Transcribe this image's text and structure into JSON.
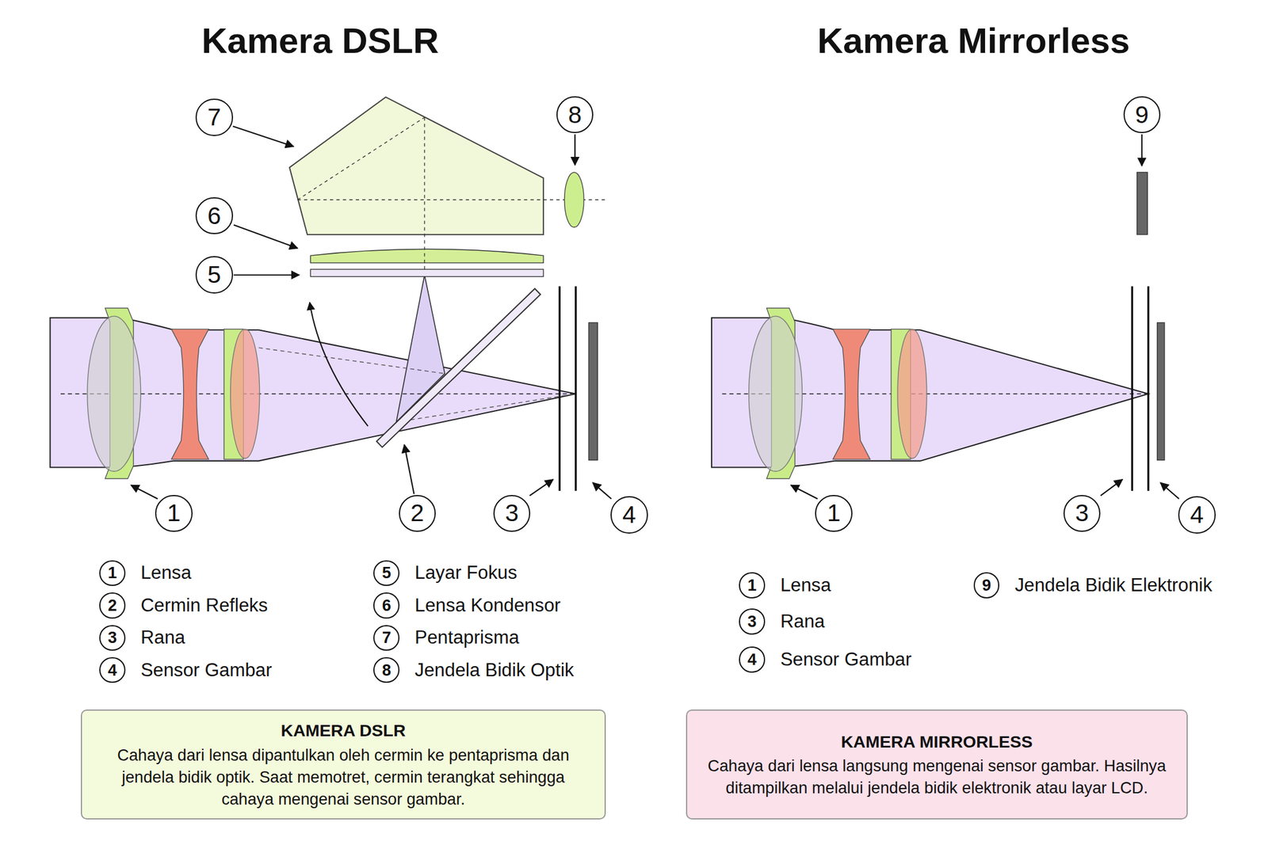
{
  "diagram": {
    "nodes": [
      {
        "text": [
          "7"
        ]
      },
      {
        "text": [
          "8"
        ]
      },
      {
        "text": [
          "6"
        ]
      },
      {
        "text": [
          "5"
        ]
      },
      {
        "text": [
          "1"
        ]
      },
      {
        "text": [
          "2"
        ]
      },
      {
        "text": [
          "3"
        ]
      },
      {
        "text": [
          "4"
        ]
      },
      {
        "text": [
          "9"
        ]
      },
      {
        "text": [
          "1"
        ]
      },
      {
        "text": [
          "3"
        ]
      },
      {
        "text": [
          "4"
        ]
      },
      {
        "text": [
          "1",
          "Lensa"
        ]
      },
      {
        "text": [
          "2",
          "Cermin Refleks"
        ]
      },
      {
        "text": [
          "3",
          "Rana"
        ]
      },
      {
        "text": [
          "4",
          "Sensor Gambar"
        ]
      },
      {
        "text": [
          "5",
          "Layar Fokus"
        ]
      },
      {
        "text": [
          "6",
          "Lensa Kondensor"
        ]
      },
      {
        "text": [
          "7",
          "Pentaprisma"
        ]
      },
      {
        "text": [
          "8",
          "Jendela Bidik Optik"
        ]
      },
      {
        "text": [
          "1",
          "Lensa"
        ]
      },
      {
        "text": [
          "9",
          "Jendela Bidik Elektronik"
        ]
      },
      {
        "text": [
          "3",
          "Rana"
        ]
      },
      {
        "text": [
          "4",
          "Sensor Gambar"
        ]
      },
      {
        "text": [
          "KAMERA DSLR",
          "Cahaya dari lensa dipantulkan oleh cermin ke pentaprisma dan jendela bidik optik. Saat memotret, cermin terangkat sehingga cahaya mengenai sensor gambar."
        ]
      },
      {
        "text": [
          "KAMERA MIRRORLESS",
          "Cahaya dari lensa langsung mengenai sensor gambar. Hasilnya ditampilkan melalui jendela bidik elektronik atau layar LCD."
        ]
      }
    ],
    "labels": [
      "Kamera DSLR",
      "Kamera Mirrorless"
    ]
  }
}
